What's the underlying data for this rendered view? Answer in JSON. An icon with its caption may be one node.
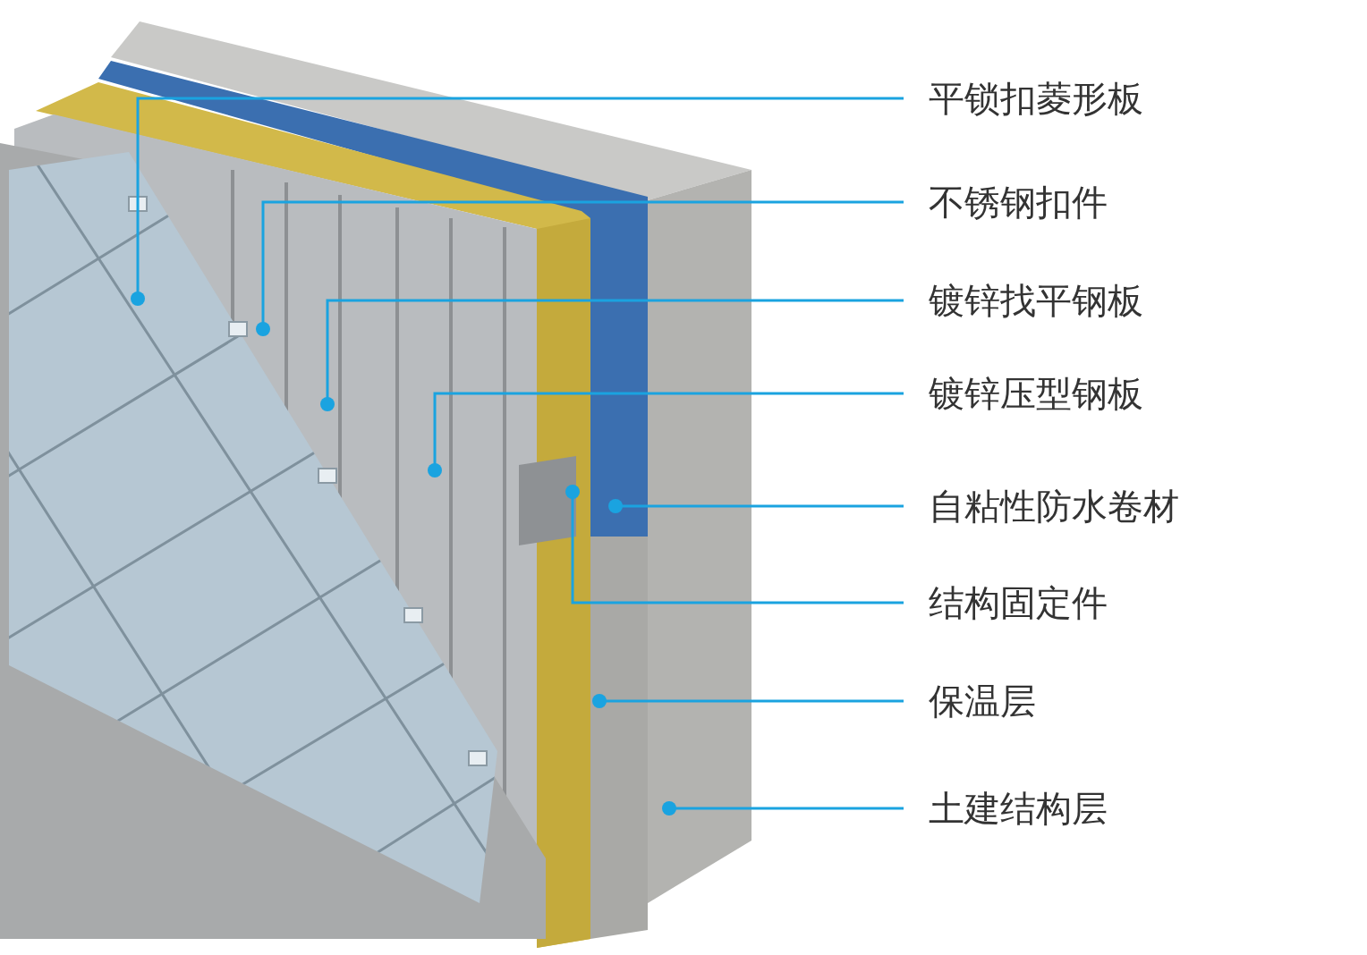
{
  "diagram": {
    "nodes": [
      {
        "text": [
          "平锁扣菱形板"
        ]
      },
      {
        "text": [
          "不锈钢扣件"
        ]
      },
      {
        "text": [
          "镀锌找平钢板"
        ]
      },
      {
        "text": [
          "镀锌压型钢板"
        ]
      },
      {
        "text": [
          "自粘性防水卷材"
        ]
      },
      {
        "text": [
          "结构固定件"
        ]
      },
      {
        "text": [
          "保温层"
        ]
      },
      {
        "text": [
          "土建结构层"
        ]
      }
    ],
    "edges": [
      {
        "from": 0,
        "to": null,
        "arrow": "other"
      },
      {
        "from": 1,
        "to": null,
        "arrow": "other"
      },
      {
        "from": 2,
        "to": null,
        "arrow": "other"
      },
      {
        "from": 3,
        "to": null,
        "arrow": "other"
      },
      {
        "from": 4,
        "to": null,
        "arrow": "other"
      },
      {
        "from": 5,
        "to": null,
        "arrow": "other"
      },
      {
        "from": 6,
        "to": null,
        "arrow": "other"
      },
      {
        "from": 7,
        "to": null,
        "arrow": "other"
      }
    ]
  }
}
